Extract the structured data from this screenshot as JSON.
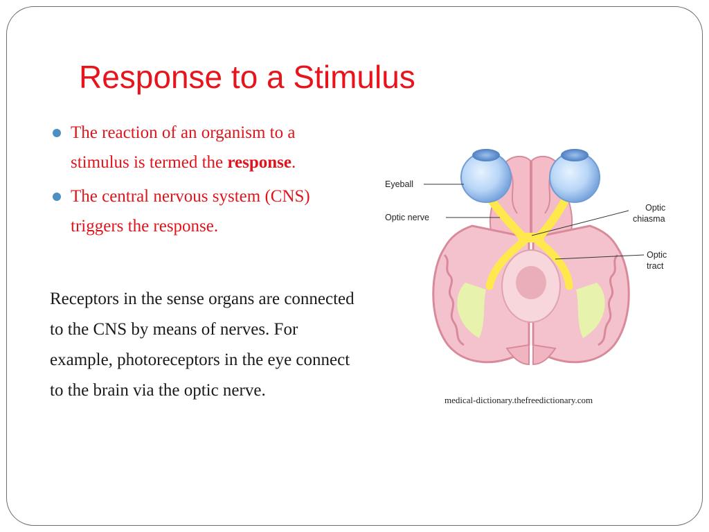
{
  "slide": {
    "title": "Response to a Stimulus",
    "bullets": [
      {
        "text_before": "The reaction of an organism to a stimulus is termed the ",
        "bold": "response",
        "text_after": "."
      },
      {
        "text_before": "The central nervous system (CNS) triggers the response.",
        "bold": "",
        "text_after": ""
      }
    ],
    "paragraph": "Receptors in the sense organs are connected to the CNS by means of nerves. For example, photoreceptors in the eye connect to the brain via the optic nerve.",
    "diagram": {
      "labels": {
        "eyeball": "Eyeball",
        "optic_nerve": "Optic nerve",
        "optic_chiasma_line1": "Optic",
        "optic_chiasma_line2": "chiasma",
        "optic_tract_line1": "Optic",
        "optic_tract_line2": "tract"
      },
      "source": "medical-dictionary.thefreedictionary.com"
    },
    "colors": {
      "title": "#e8141c",
      "bullet_text": "#e0141c",
      "bullet_marker": "#4a90c2",
      "body_text": "#1a1a1a",
      "frame": "#6b6b6b"
    }
  }
}
